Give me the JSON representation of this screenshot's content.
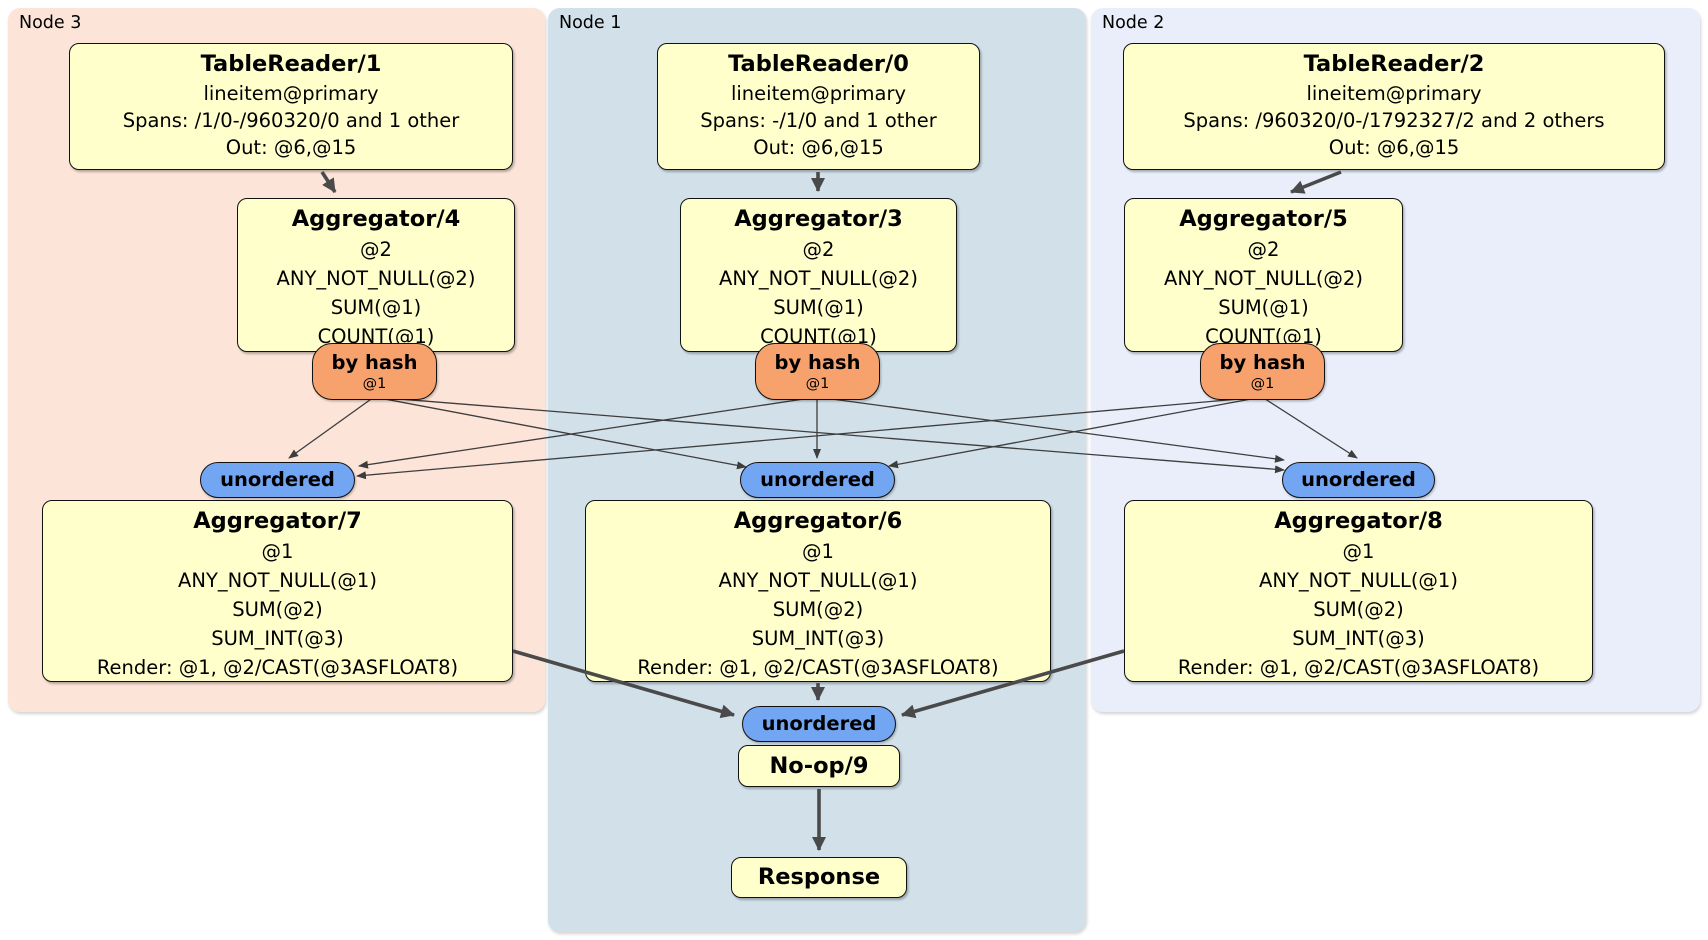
{
  "regions": [
    {
      "label": "Node 3"
    },
    {
      "label": "Node 1"
    },
    {
      "label": "Node 2"
    }
  ],
  "processors": {
    "tr1": {
      "title": "TableReader/1",
      "lines": [
        "lineitem@primary",
        "Spans: /1/0-/960320/0 and 1 other",
        "Out: @6,@15"
      ]
    },
    "tr0": {
      "title": "TableReader/0",
      "lines": [
        "lineitem@primary",
        "Spans: -/1/0 and 1 other",
        "Out: @6,@15"
      ]
    },
    "tr2": {
      "title": "TableReader/2",
      "lines": [
        "lineitem@primary",
        "Spans: /960320/0-/1792327/2 and 2 others",
        "Out: @6,@15"
      ]
    },
    "agg4": {
      "title": "Aggregator/4",
      "lines": [
        "@2",
        "ANY_NOT_NULL(@2)",
        "SUM(@1)",
        "COUNT(@1)"
      ]
    },
    "agg3": {
      "title": "Aggregator/3",
      "lines": [
        "@2",
        "ANY_NOT_NULL(@2)",
        "SUM(@1)",
        "COUNT(@1)"
      ]
    },
    "agg5": {
      "title": "Aggregator/5",
      "lines": [
        "@2",
        "ANY_NOT_NULL(@2)",
        "SUM(@1)",
        "COUNT(@1)"
      ]
    },
    "agg7": {
      "title": "Aggregator/7",
      "lines": [
        "@1",
        "ANY_NOT_NULL(@1)",
        "SUM(@2)",
        "SUM_INT(@3)",
        "Render: @1, @2/CAST(@3ASFLOAT8)"
      ]
    },
    "agg6": {
      "title": "Aggregator/6",
      "lines": [
        "@1",
        "ANY_NOT_NULL(@1)",
        "SUM(@2)",
        "SUM_INT(@3)",
        "Render: @1, @2/CAST(@3ASFLOAT8)"
      ]
    },
    "agg8": {
      "title": "Aggregator/8",
      "lines": [
        "@1",
        "ANY_NOT_NULL(@1)",
        "SUM(@2)",
        "SUM_INT(@3)",
        "Render: @1, @2/CAST(@3ASFLOAT8)"
      ]
    },
    "noop": {
      "title": "No-op/9"
    },
    "response": {
      "title": "Response"
    }
  },
  "routers": {
    "by_hash": {
      "label": "by hash",
      "detail": "@1"
    },
    "unordered": {
      "label": "unordered"
    }
  },
  "colors": {
    "node3_bg": "#fce4d8",
    "node1_bg": "#d2e0ea",
    "node2_bg": "#e9eefa",
    "processor_box_bg": "#ffffcc",
    "by_hash_router_bg": "#f7a26d",
    "unordered_router_bg": "#72a5f2",
    "edge": "#444444"
  }
}
